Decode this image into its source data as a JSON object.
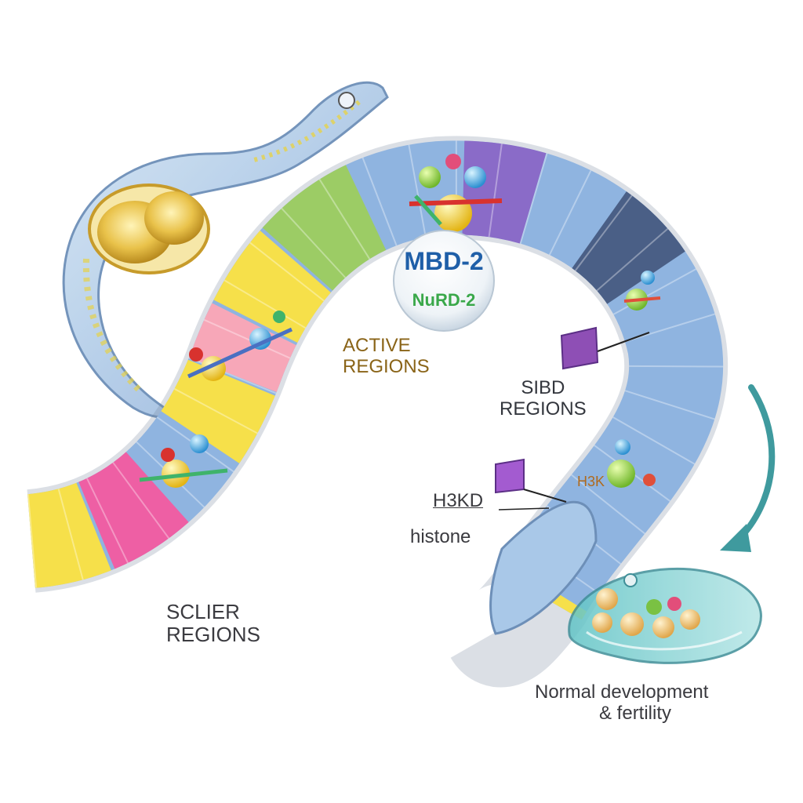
{
  "diagram": {
    "complex": {
      "name": "MBD-2",
      "partner": "NuRD-2",
      "name_color": "#1f5fa8",
      "partner_color": "#3aa84a"
    },
    "labels": {
      "active": [
        "ACTIVE",
        "REGIONS"
      ],
      "silent": [
        "SCLIER",
        "REGIONS"
      ],
      "sibd": [
        "SIBD",
        "REGIONS"
      ],
      "h3kd": "H3KD",
      "histone": "histone",
      "outcome": [
        "Normal development",
        "& fertility"
      ],
      "mark_text": "H3K"
    },
    "colors": {
      "segment_yellow": "#f6e04a",
      "segment_pink": "#ee5fa4",
      "segment_salmon": "#f7a7b8",
      "segment_green": "#9ccc65",
      "segment_blue": "#8fb4e0",
      "segment_purple": "#8a6bc8",
      "segment_navy": "#4a5f86",
      "worm_body": "#a9c8e8",
      "adult_worm": "#7ccfcf",
      "arrow": "#3f9a9e",
      "mark_purple": "#8e4fb5"
    },
    "icons": [
      "worm-icon",
      "embryo-icon",
      "chromatin-fiber-icon",
      "nucleosome-icon",
      "histone-mark-icon",
      "arrow-icon",
      "adult-worm-icon",
      "egg-icon"
    ]
  }
}
